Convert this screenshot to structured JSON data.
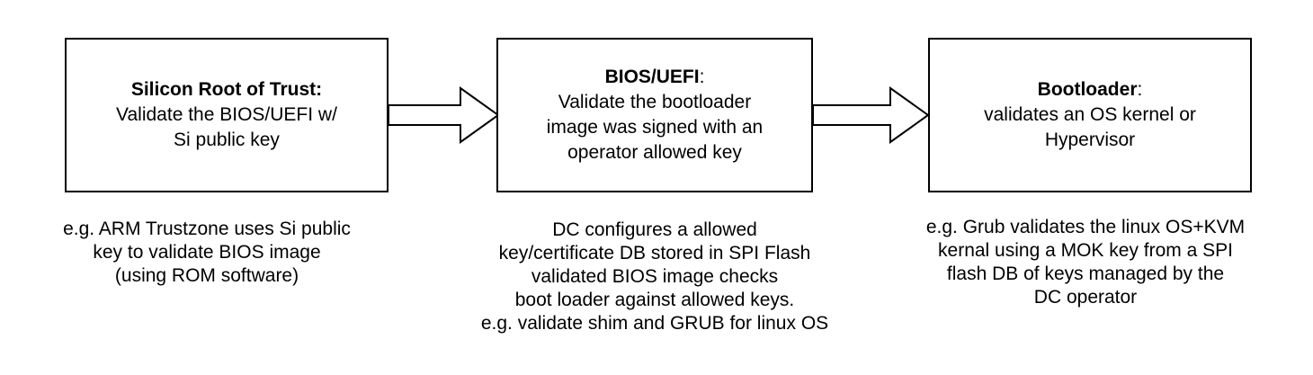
{
  "boxes": [
    {
      "title": "Silicon Root of Trust:",
      "title_suffix": "",
      "lines": [
        "Validate the BIOS/UEFI  w/",
        "Si public key"
      ]
    },
    {
      "title": "BIOS/UEFI",
      "title_suffix": ":",
      "lines": [
        "Validate the bootloader",
        "image was signed with an",
        "operator allowed key"
      ]
    },
    {
      "title": "Bootloader",
      "title_suffix": ":",
      "lines": [
        "validates an OS kernel or",
        "Hypervisor"
      ]
    }
  ],
  "notes": [
    {
      "lines": [
        "e.g. ARM Trustzone uses Si public",
        "key to validate BIOS image",
        "(using ROM software)"
      ]
    },
    {
      "lines": [
        "DC configures a allowed",
        "key/certificate DB stored in SPI Flash",
        "validated BIOS image checks",
        "boot loader against allowed keys.",
        "e.g. validate shim and GRUB for linux OS"
      ]
    },
    {
      "lines": [
        "e.g. Grub validates the linux OS+KVM",
        "kernal using a MOK key from a SPI",
        "flash DB of keys managed by the",
        "DC operator"
      ]
    }
  ],
  "colors": {
    "stroke": "#000000",
    "background": "#ffffff"
  }
}
